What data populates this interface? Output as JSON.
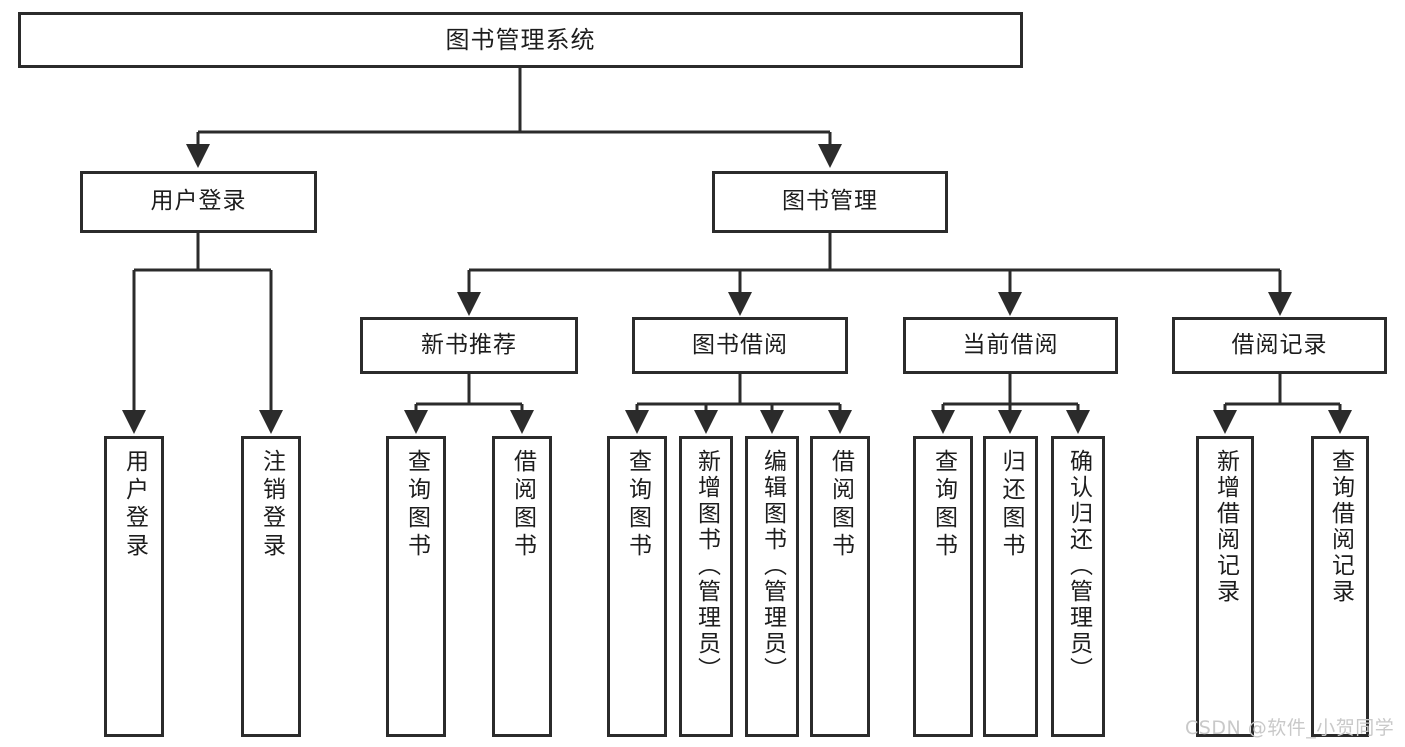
{
  "diagram": {
    "title": "图书管理系统",
    "type": "functional-structure-tree",
    "background": "#ffffff",
    "line_color": "#2b2b2b",
    "text_color": "#1d1d1d"
  },
  "root": {
    "label": "图书管理系统"
  },
  "level1": [
    {
      "label": "用户登录"
    },
    {
      "label": "图书管理"
    }
  ],
  "level2": [
    {
      "label": "新书推荐"
    },
    {
      "label": "图书借阅"
    },
    {
      "label": "当前借阅"
    },
    {
      "label": "借阅记录"
    }
  ],
  "leaves": {
    "user_login": [
      {
        "label": "用户登录"
      },
      {
        "label": "注销登录"
      }
    ],
    "new_book_recommend": [
      {
        "label": "查询图书"
      },
      {
        "label": "借阅图书"
      }
    ],
    "book_borrow": [
      {
        "label": "查询图书"
      },
      {
        "label": "新增图书（管理员）"
      },
      {
        "label": "编辑图书（管理员）"
      },
      {
        "label": "借阅图书"
      }
    ],
    "current_borrow": [
      {
        "label": "查询图书"
      },
      {
        "label": "归还图书"
      },
      {
        "label": "确认归还（管理员）"
      }
    ],
    "borrow_record": [
      {
        "label": "新增借阅记录"
      },
      {
        "label": "查询借阅记录"
      }
    ]
  },
  "watermark": {
    "text": "CSDN @软件_小贺同学"
  }
}
